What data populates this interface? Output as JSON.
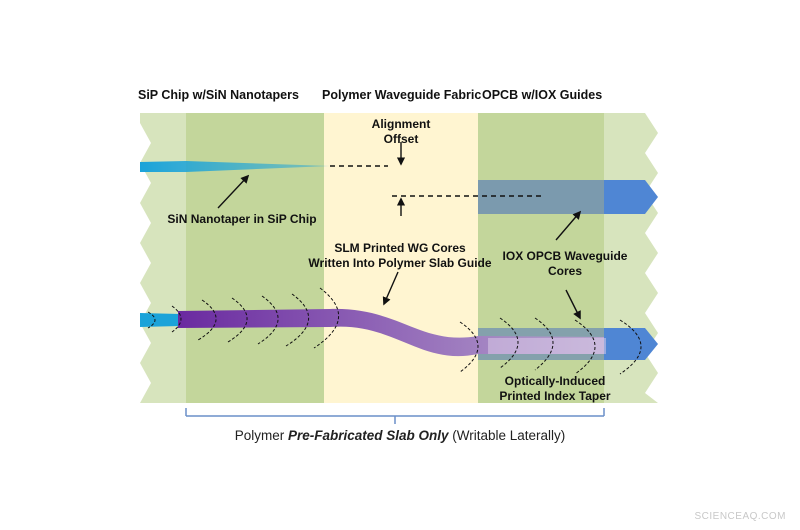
{
  "headers": {
    "sip_chip": "SiP Chip w/SiN Nanotapers",
    "polymer_fabric": "Polymer Waveguide Fabric",
    "opcb": "OPCB w/IOX Guides"
  },
  "labels": {
    "alignment_offset_line1": "Alignment",
    "alignment_offset_line2": "Offset",
    "sin_nanotaper": "SiN Nanotaper in SiP Chip",
    "slm_line1": "SLM Printed WG Cores",
    "slm_line2": "Written Into Polymer Slab Guide",
    "iox_line1": "IOX OPCB Waveguide",
    "iox_line2": "Cores",
    "taper_line1": "Optically-Induced",
    "taper_line2": "Printed Index Taper"
  },
  "caption": {
    "prefix": "Polymer ",
    "emphasis": "Pre-Fabricated Slab Only",
    "suffix": " (Writable Laterally)"
  },
  "watermark": "SCIENCEAQ.COM",
  "colors": {
    "light_green": "#d7e4bd",
    "olive_green": "#c3d69b",
    "cream": "#fff5d1",
    "nanotaper_cyan": "#1ba3d9",
    "iox_blue": "#4f86d4",
    "wg_purple": "#6a2aa0",
    "bracket_blue": "#6a8fc9"
  }
}
